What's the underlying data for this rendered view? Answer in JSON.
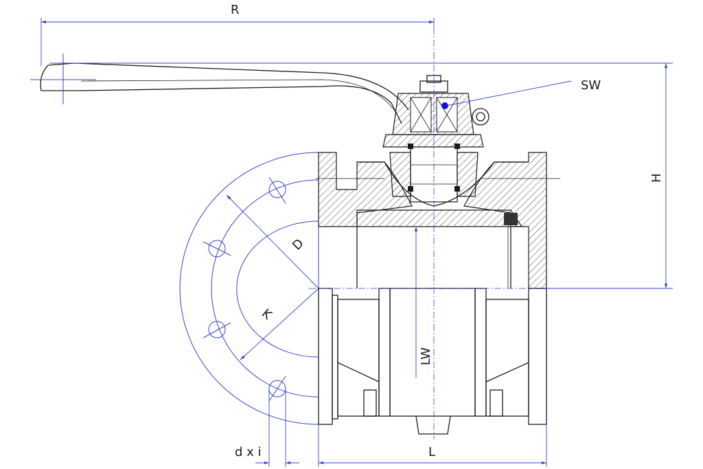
{
  "labels": {
    "r": "R",
    "sw": "SW",
    "h": "H",
    "d": "D",
    "k": "K",
    "lw": "LW",
    "dxi": "d x i",
    "l": "L"
  },
  "colors": {
    "line": "#1a1a1a",
    "dimension": "#3344cc"
  }
}
